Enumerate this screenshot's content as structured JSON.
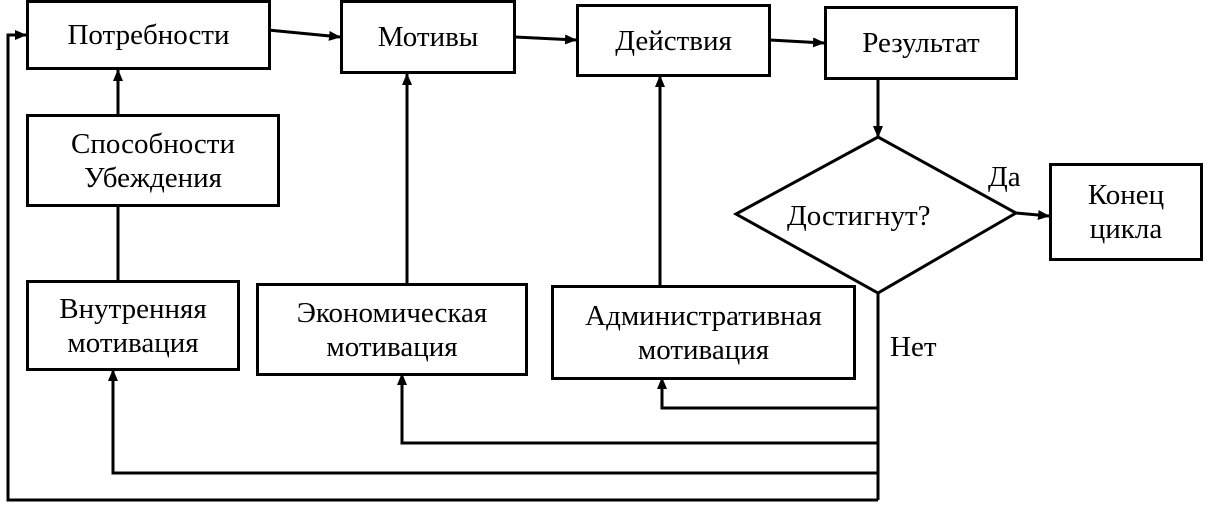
{
  "nodes": {
    "needs": {
      "label": "Потребности"
    },
    "motives": {
      "label": "Мотивы"
    },
    "actions": {
      "label": "Действия"
    },
    "result": {
      "label": "Результат"
    },
    "abilities": {
      "line1": "Способности",
      "line2": "Убеждения"
    },
    "internal": {
      "line1": "Внутренняя",
      "line2": "мотивация"
    },
    "economic": {
      "line1": "Экономическая",
      "line2": "мотивация"
    },
    "administrative": {
      "line1": "Административная",
      "line2": "мотивация"
    },
    "decision": {
      "label": "Достигнут?"
    },
    "end": {
      "line1": "Конец",
      "line2": "цикла"
    }
  },
  "edges": {
    "yes_label": "Да",
    "no_label": "Нет"
  }
}
